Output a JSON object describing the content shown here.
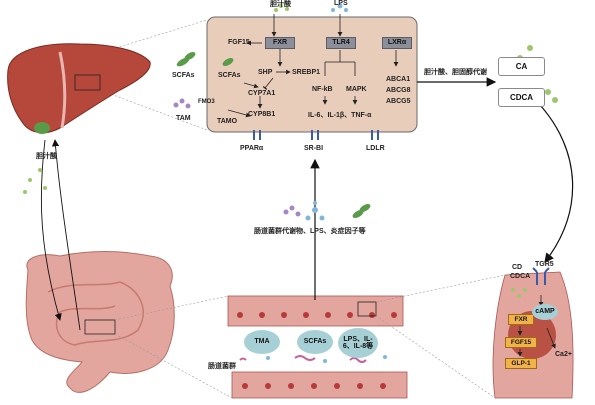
{
  "colors": {
    "cell_panel": "#e9cdbb",
    "receptor_box": "#8c8f99",
    "ellipse": "#a7cfd6",
    "orange_box": "#f2b24a",
    "liver": "#b5483b",
    "intestine": "#e3a69e"
  },
  "top": {
    "bile_acid_in": "胆汁酸",
    "lps_in": "LPS",
    "fgf15": "FGF15",
    "fxr": "FXR",
    "tlr4": "TLR4",
    "lxr": "LXRα",
    "scfas_out": "SCFAs",
    "scfas_in": "SCFAs",
    "shp": "SHP",
    "srebp1": "SREBP1",
    "cyp7a1": "CYP7A1",
    "cyp8b1": "CYP8B1",
    "fmo3": "FMO3",
    "tam": "TAM",
    "tamo": "TAMO",
    "nfkb": "NF-kB",
    "mapk": "MAPK",
    "cytokines": "IL-6、IL-1β、TNF-α",
    "abca1": "ABCA1",
    "abcg8": "ABCG8",
    "abcg5": "ABCG5",
    "ppara": "PPARα",
    "srbi": "SR-BI",
    "ldlr": "LDLR"
  },
  "right": {
    "metabolism_label": "胆汁酸、胆固醇代谢",
    "ca": "CA",
    "cdca": "CDCA"
  },
  "left": {
    "bile_acid": "胆汁酸"
  },
  "middle": {
    "gut_label": "肠道菌群代谢物、LPS、炎症因子等"
  },
  "gut": {
    "tma": "TMA",
    "scfas": "SCFAs",
    "lps_il": "LPS、IL-6、IL-8等",
    "microbiota": "肠道菌群"
  },
  "cell": {
    "cd": "CD",
    "cdca": "CDCA",
    "tgr5": "TGR5",
    "fxr": "FXR",
    "camp": "cAMP",
    "fgf15": "FGF15",
    "glp1": "GLP-1",
    "ca2": "Ca2+"
  }
}
